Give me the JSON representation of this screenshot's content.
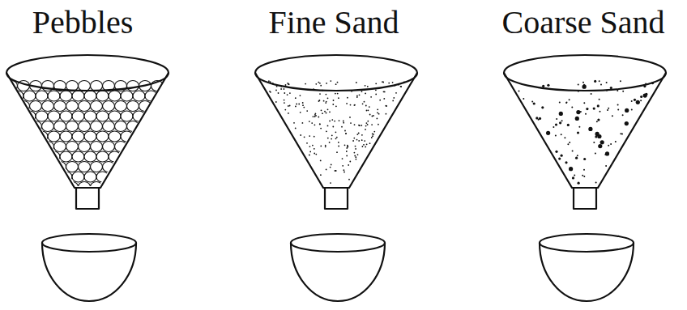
{
  "diagram": {
    "labels": [
      "Pebbles",
      "Fine Sand",
      "Coarse Sand"
    ]
  }
}
